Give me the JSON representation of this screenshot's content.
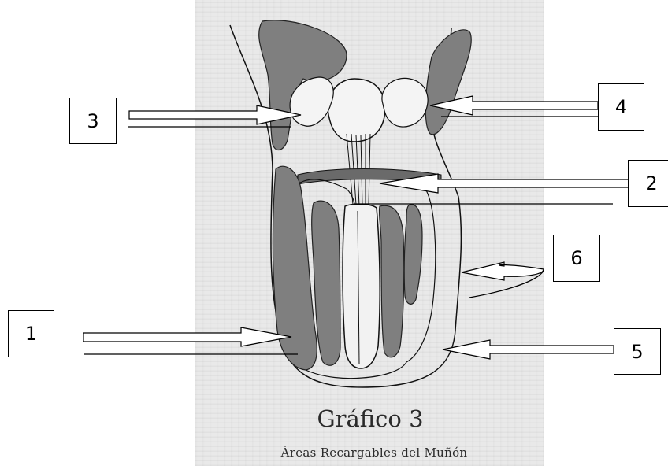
{
  "callouts": {
    "one": "1",
    "two": "2",
    "three": "3",
    "four": "4",
    "five": "5",
    "six": "6"
  },
  "caption": {
    "title": "Gráfico 3",
    "subtitle": "Áreas Recargables del Muñón"
  },
  "colors": {
    "shaded_area": "#7f7f7f",
    "scan_background": "#e9e9e9",
    "line": "#000000"
  }
}
